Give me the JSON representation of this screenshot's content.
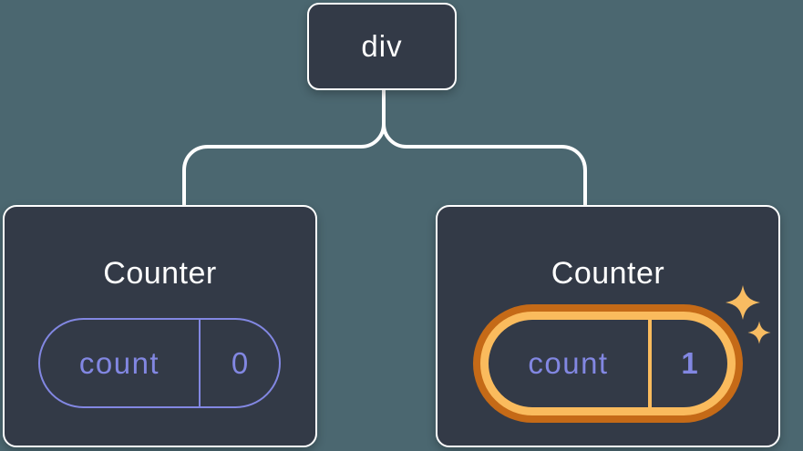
{
  "colors": {
    "background": "#4B6770",
    "node-fill": "#333A47",
    "node-border": "#FFFFFF",
    "connector": "#FFFFFF",
    "text-white": "#FFFFFF",
    "state-purple": "#8287E2",
    "highlight-orange-dark": "#C56A17",
    "highlight-orange-light": "#FABB5D",
    "sparkle": "#F8BC62"
  },
  "tree": {
    "root": {
      "label": "div"
    },
    "children": [
      {
        "title": "Counter",
        "state_key": "count",
        "state_value": "0",
        "highlighted": false
      },
      {
        "title": "Counter",
        "state_key": "count",
        "state_value": "1",
        "highlighted": true,
        "badge_icon": "sparkle-icon"
      }
    ]
  }
}
